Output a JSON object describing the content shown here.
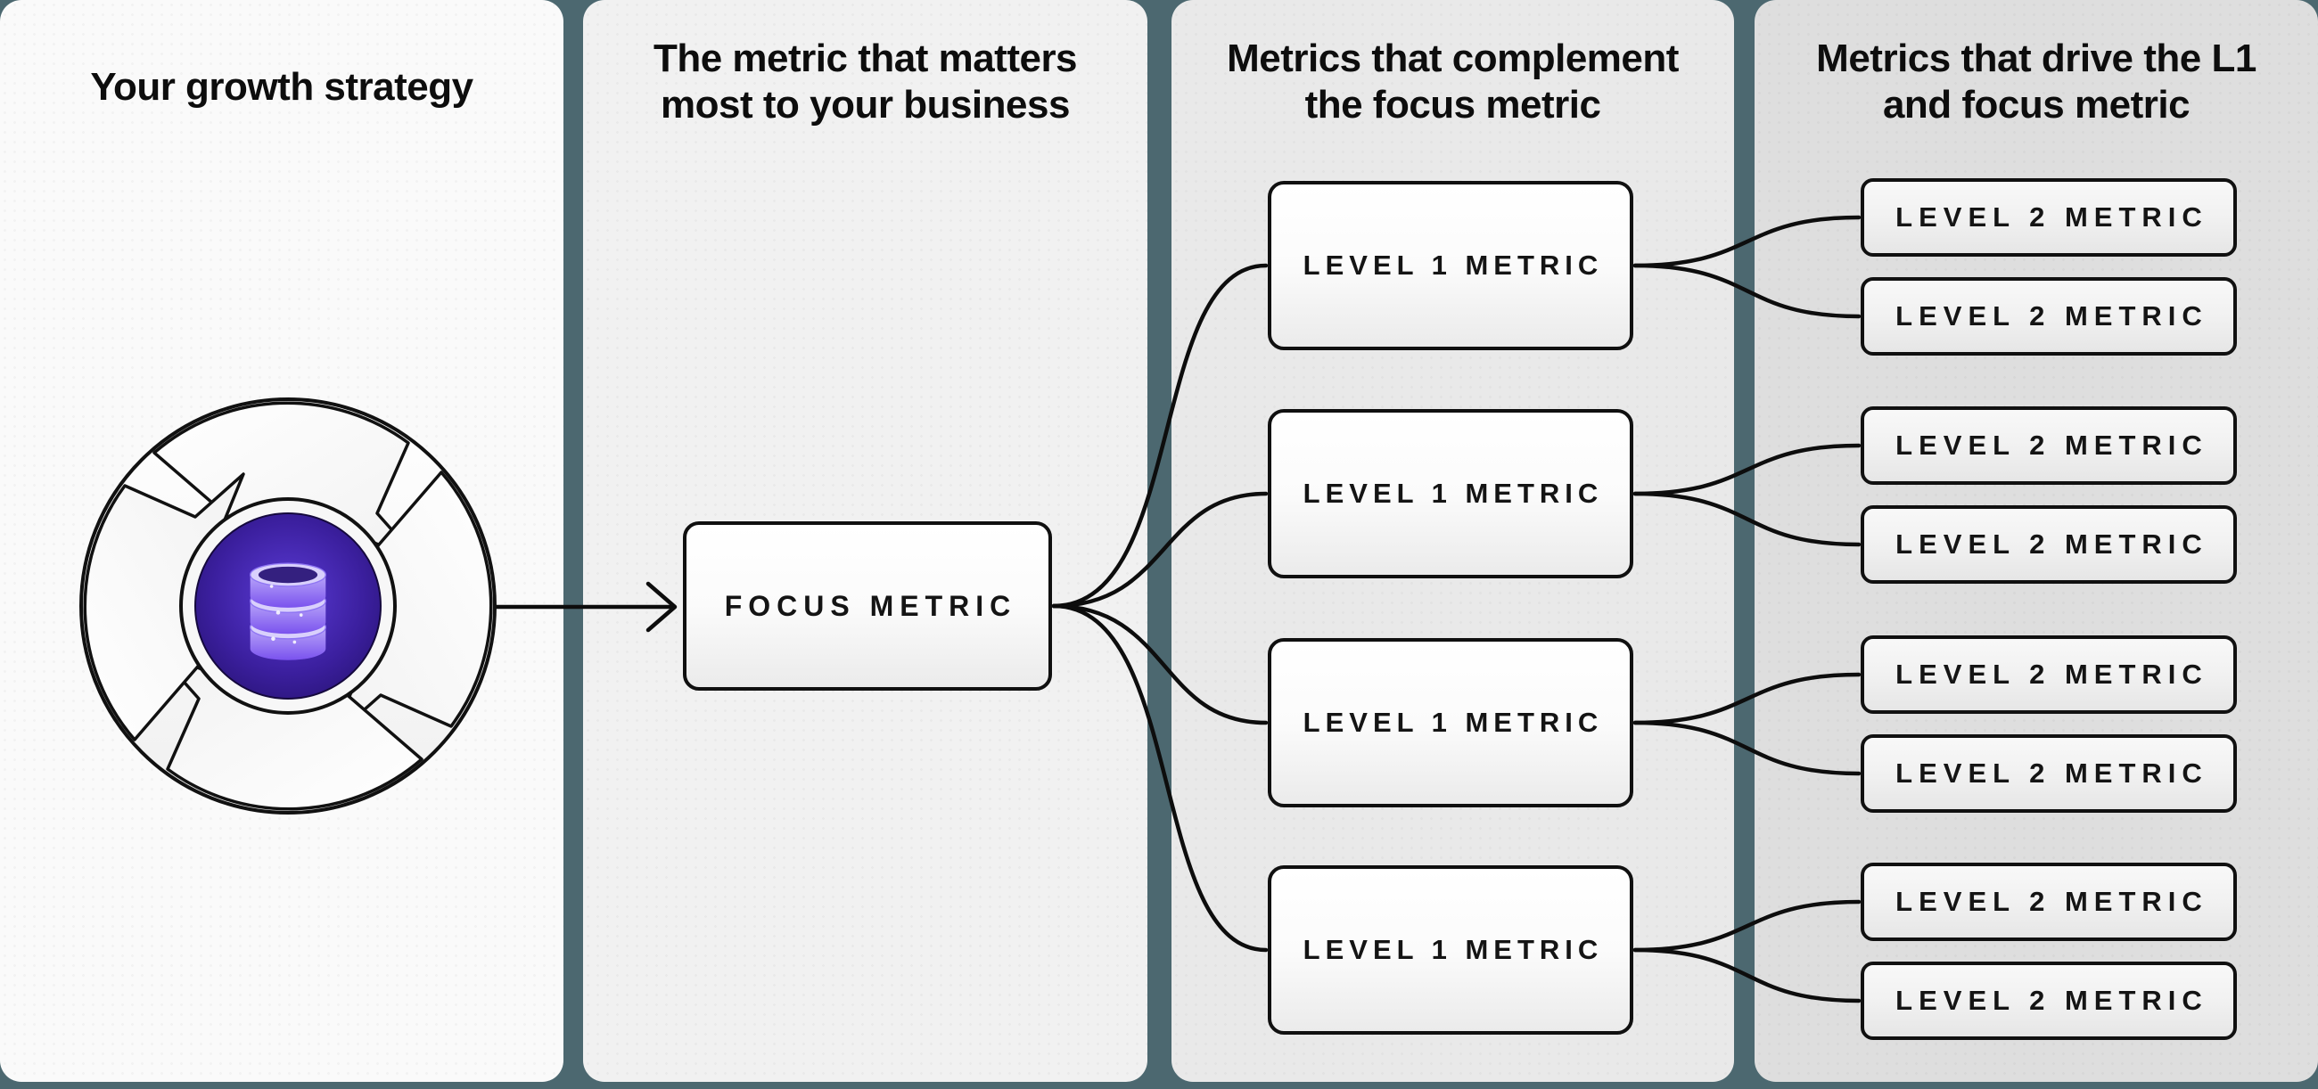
{
  "diagram_title": "Growth strategy metric tree",
  "panels": [
    {
      "title": "Your growth strategy"
    },
    {
      "title": "The metric that matters\nmost to your business",
      "boxes": [
        {
          "label": "FOCUS METRIC"
        }
      ]
    },
    {
      "title": "Metrics that complement\nthe focus metric",
      "boxes": [
        {
          "label": "LEVEL 1 METRIC"
        },
        {
          "label": "LEVEL 1 METRIC"
        },
        {
          "label": "LEVEL 1 METRIC"
        },
        {
          "label": "LEVEL 1 METRIC"
        }
      ]
    },
    {
      "title": "Metrics that drive the L1\nand focus metric",
      "boxes": [
        {
          "label": "LEVEL 2 METRIC"
        },
        {
          "label": "LEVEL 2 METRIC"
        },
        {
          "label": "LEVEL 2 METRIC"
        },
        {
          "label": "LEVEL 2 METRIC"
        },
        {
          "label": "LEVEL 2 METRIC"
        },
        {
          "label": "LEVEL 2 METRIC"
        },
        {
          "label": "LEVEL 2 METRIC"
        },
        {
          "label": "LEVEL 2 METRIC"
        }
      ]
    }
  ],
  "icons": {
    "flywheel": "flywheel-icon",
    "database": "database-icon",
    "arrow": "arrow-right-connector"
  },
  "colors": {
    "canvas_background": "#4c6870",
    "panel_fills": [
      "#fafafa",
      "#f1f1f1",
      "#e9e9e9",
      "#dedede"
    ],
    "connector_line": "#0d0d0d",
    "box_border": "#101010",
    "flywheel_center": "#2f1a7e",
    "database_purple": "#8b6bf2"
  }
}
